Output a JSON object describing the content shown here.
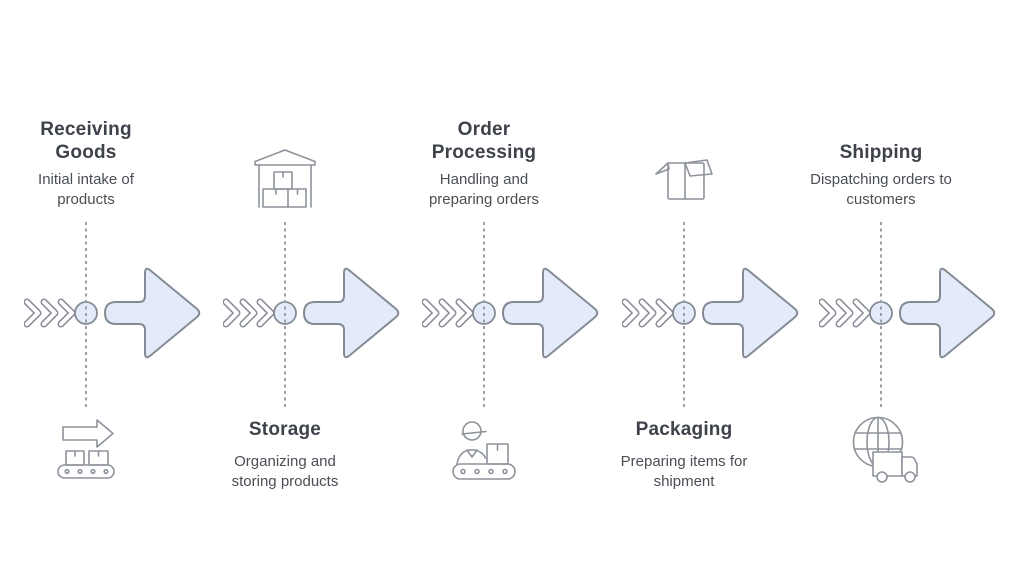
{
  "diagram_name": "warehouse-fulfillment-process-flow",
  "stages": [
    {
      "title": "Receiving Goods",
      "description": "Initial intake of products",
      "icon": "conveyor-belt-arrow-icon",
      "text_position": "top"
    },
    {
      "title": "Storage",
      "description": "Organizing and storing products",
      "icon": "warehouse-icon",
      "text_position": "bottom"
    },
    {
      "title": "Order Processing",
      "description": "Handling and preparing orders",
      "icon": "worker-conveyor-icon",
      "text_position": "top"
    },
    {
      "title": "Packaging",
      "description": "Preparing items for shipment",
      "icon": "open-box-icon",
      "text_position": "bottom"
    },
    {
      "title": "Shipping",
      "description": "Dispatching orders to customers",
      "icon": "globe-truck-icon",
      "text_position": "top"
    }
  ],
  "colors": {
    "background": "#ffffff",
    "arrow_fill": "#e3ebfa",
    "arrow_stroke": "#858b95",
    "chevron_stroke": "#878c96",
    "circle_fill": "#e3ebfa",
    "icon_stroke": "#8e939b",
    "title_text": "#3e424a",
    "description_text": "#4a4e55",
    "dashed_line": "#9ba0a8"
  }
}
